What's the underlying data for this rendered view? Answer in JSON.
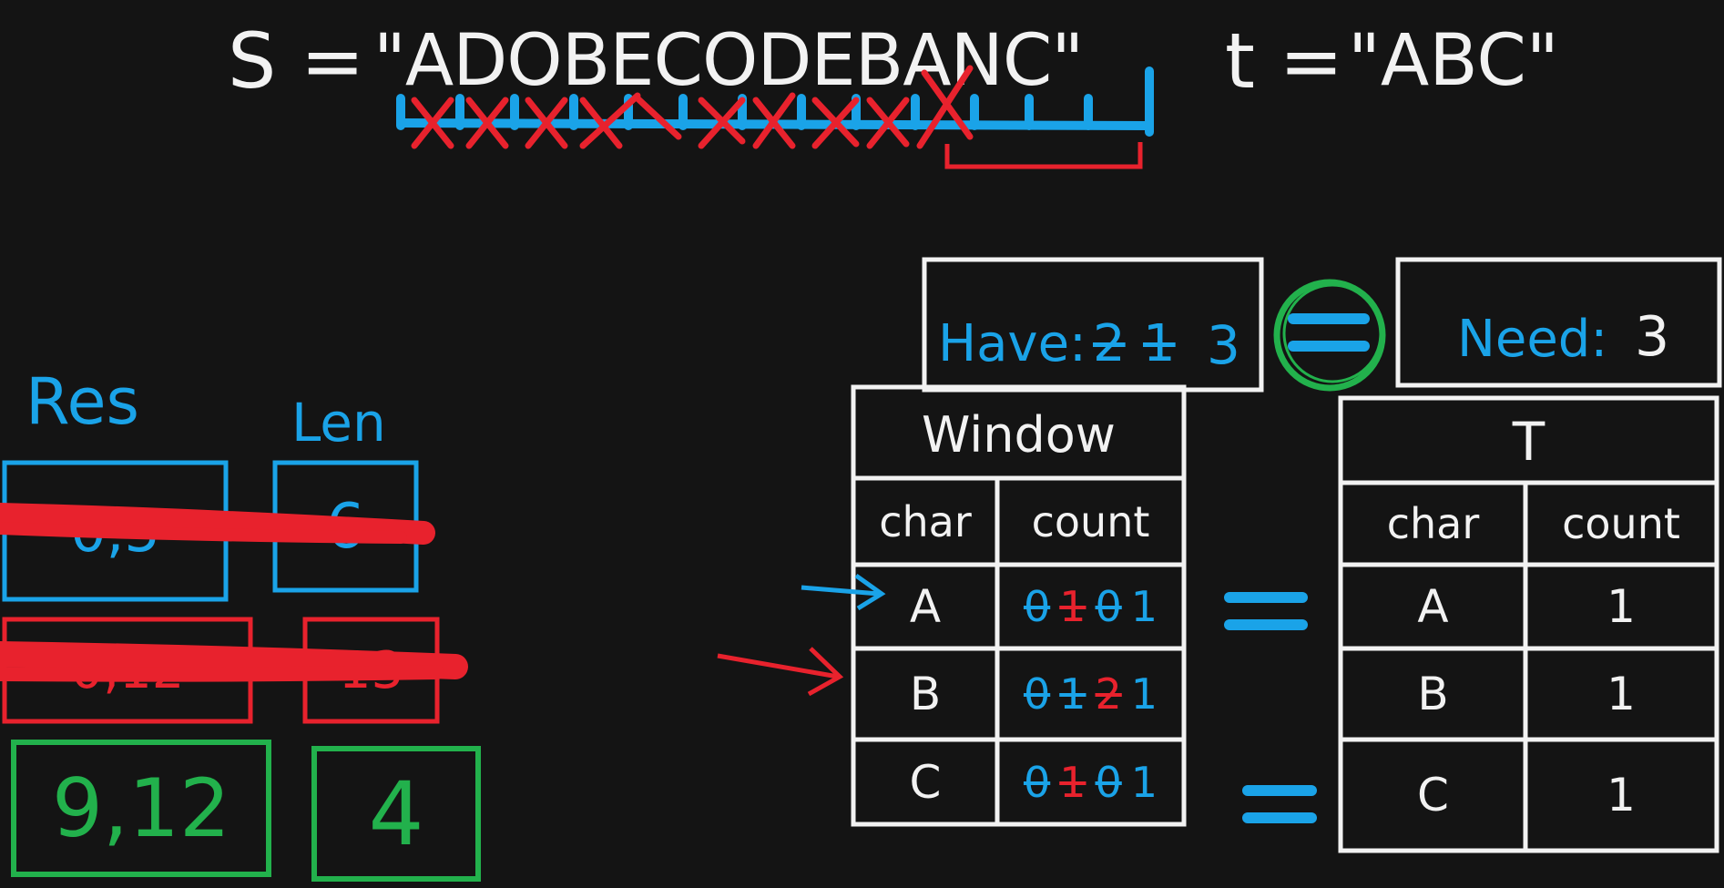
{
  "top": {
    "s_label": "S =",
    "s_value": "\"ADOBECODEBANC\"",
    "t_label": "t =",
    "t_value": "\"ABC\""
  },
  "have": {
    "label": "Have:",
    "crossed": [
      "2",
      "1"
    ],
    "value": "3"
  },
  "need": {
    "label": "Need:",
    "value": "3"
  },
  "res": {
    "label": "Res",
    "current": "9,12",
    "crossed": [
      "0,5",
      "0,12"
    ]
  },
  "len": {
    "label": "Len",
    "current": "4",
    "crossed": [
      "6",
      "13"
    ]
  },
  "window_table": {
    "title": "Window",
    "headers": [
      "char",
      "count"
    ],
    "rows": [
      {
        "char": "A",
        "counts": [
          "0",
          "1",
          "0",
          "1"
        ]
      },
      {
        "char": "B",
        "counts": [
          "0",
          "1",
          "2",
          "1"
        ]
      },
      {
        "char": "C",
        "counts": [
          "0",
          "1",
          "0",
          "1"
        ]
      }
    ]
  },
  "t_table": {
    "title": "T",
    "headers": [
      "char",
      "count"
    ],
    "rows": [
      {
        "char": "A",
        "count": "1"
      },
      {
        "char": "B",
        "count": "1"
      },
      {
        "char": "C",
        "count": "1"
      }
    ]
  },
  "colors": {
    "white": "#f2f2f2",
    "blue": "#1aa3e8",
    "red": "#e8222d",
    "green": "#22b14c"
  }
}
